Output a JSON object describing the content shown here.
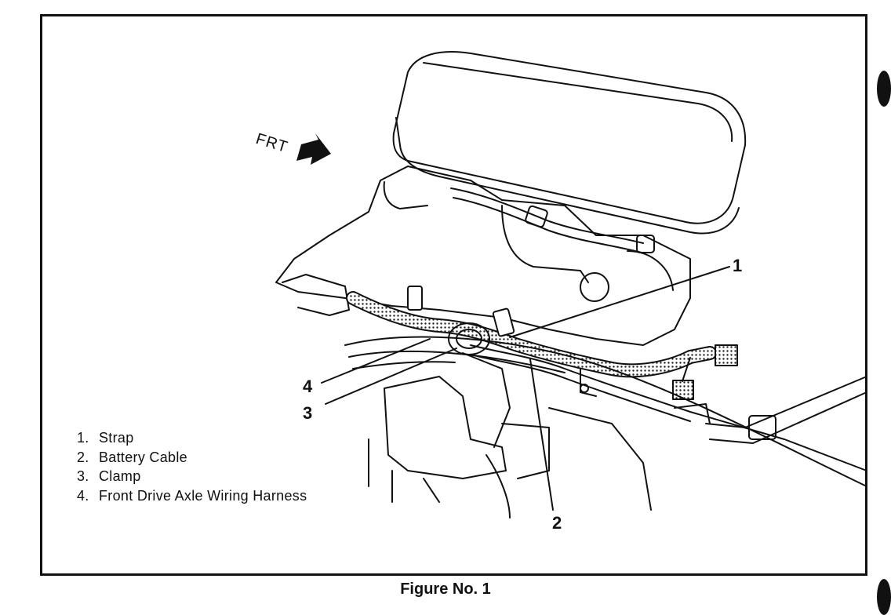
{
  "figure": {
    "direction_label": "FRT",
    "caption": "Figure No. 1",
    "callouts": [
      "1",
      "2",
      "3",
      "4"
    ],
    "legend": [
      {
        "num": "1.",
        "label": "Strap"
      },
      {
        "num": "2.",
        "label": "Battery Cable"
      },
      {
        "num": "3.",
        "label": "Clamp"
      },
      {
        "num": "4.",
        "label": "Front Drive Axle Wiring Harness"
      }
    ]
  }
}
